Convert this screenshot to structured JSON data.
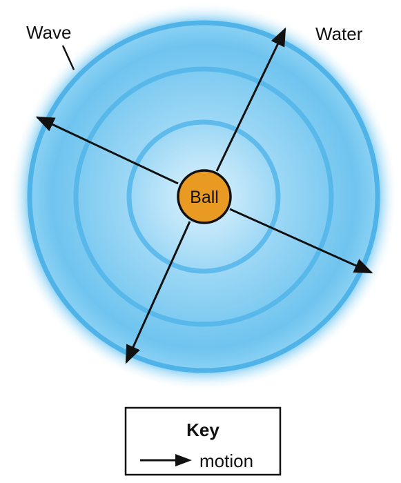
{
  "labels": {
    "wave": "Wave",
    "water": "Water",
    "ball": "Ball"
  },
  "key": {
    "title": "Key",
    "motion_label": "motion"
  },
  "colors": {
    "water_center": "#bfe6fa",
    "water_mid": "#7ccaf1",
    "wave_ring": "#58b8ea",
    "ball_fill": "#e89a22",
    "outline": "#111111"
  },
  "icons": {
    "motion": "right-arrow-icon"
  }
}
